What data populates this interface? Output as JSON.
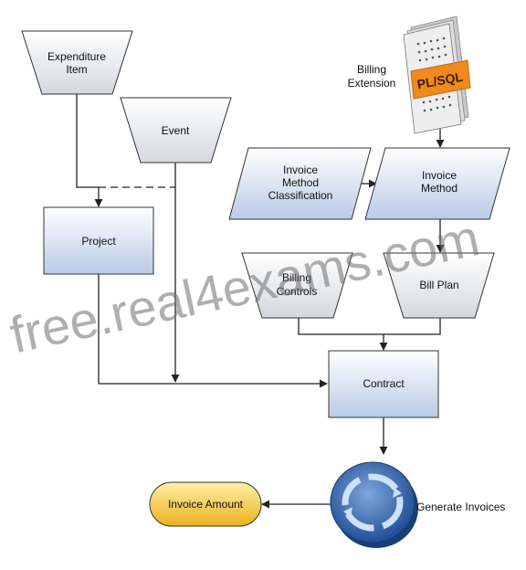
{
  "nodes": {
    "expenditure_item": [
      "Expenditure",
      "Item"
    ],
    "event": "Event",
    "project": "Project",
    "invoice_method_classification": [
      "Invoice",
      "Method",
      "Classification"
    ],
    "invoice_method": [
      "Invoice",
      "Method"
    ],
    "billing_controls": [
      "Billing",
      "Controls"
    ],
    "bill_plan": "Bill Plan",
    "contract": "Contract",
    "generate_invoices": "Generate Invoices",
    "invoice_amount": "Invoice Amount",
    "billing_extension": [
      "Billing",
      "Extension"
    ],
    "plsql": "PL/SQL"
  },
  "watermark": "free.real4exams.com",
  "colors": {
    "box_fill_top": "#ffffff",
    "box_fill_bottom": "#b9cbe6",
    "outline": "#333333",
    "invoice_amount_fill": "#f3c63a",
    "cycle_blue": "#2f62a8",
    "plsql_orange": "#f08a1c"
  }
}
